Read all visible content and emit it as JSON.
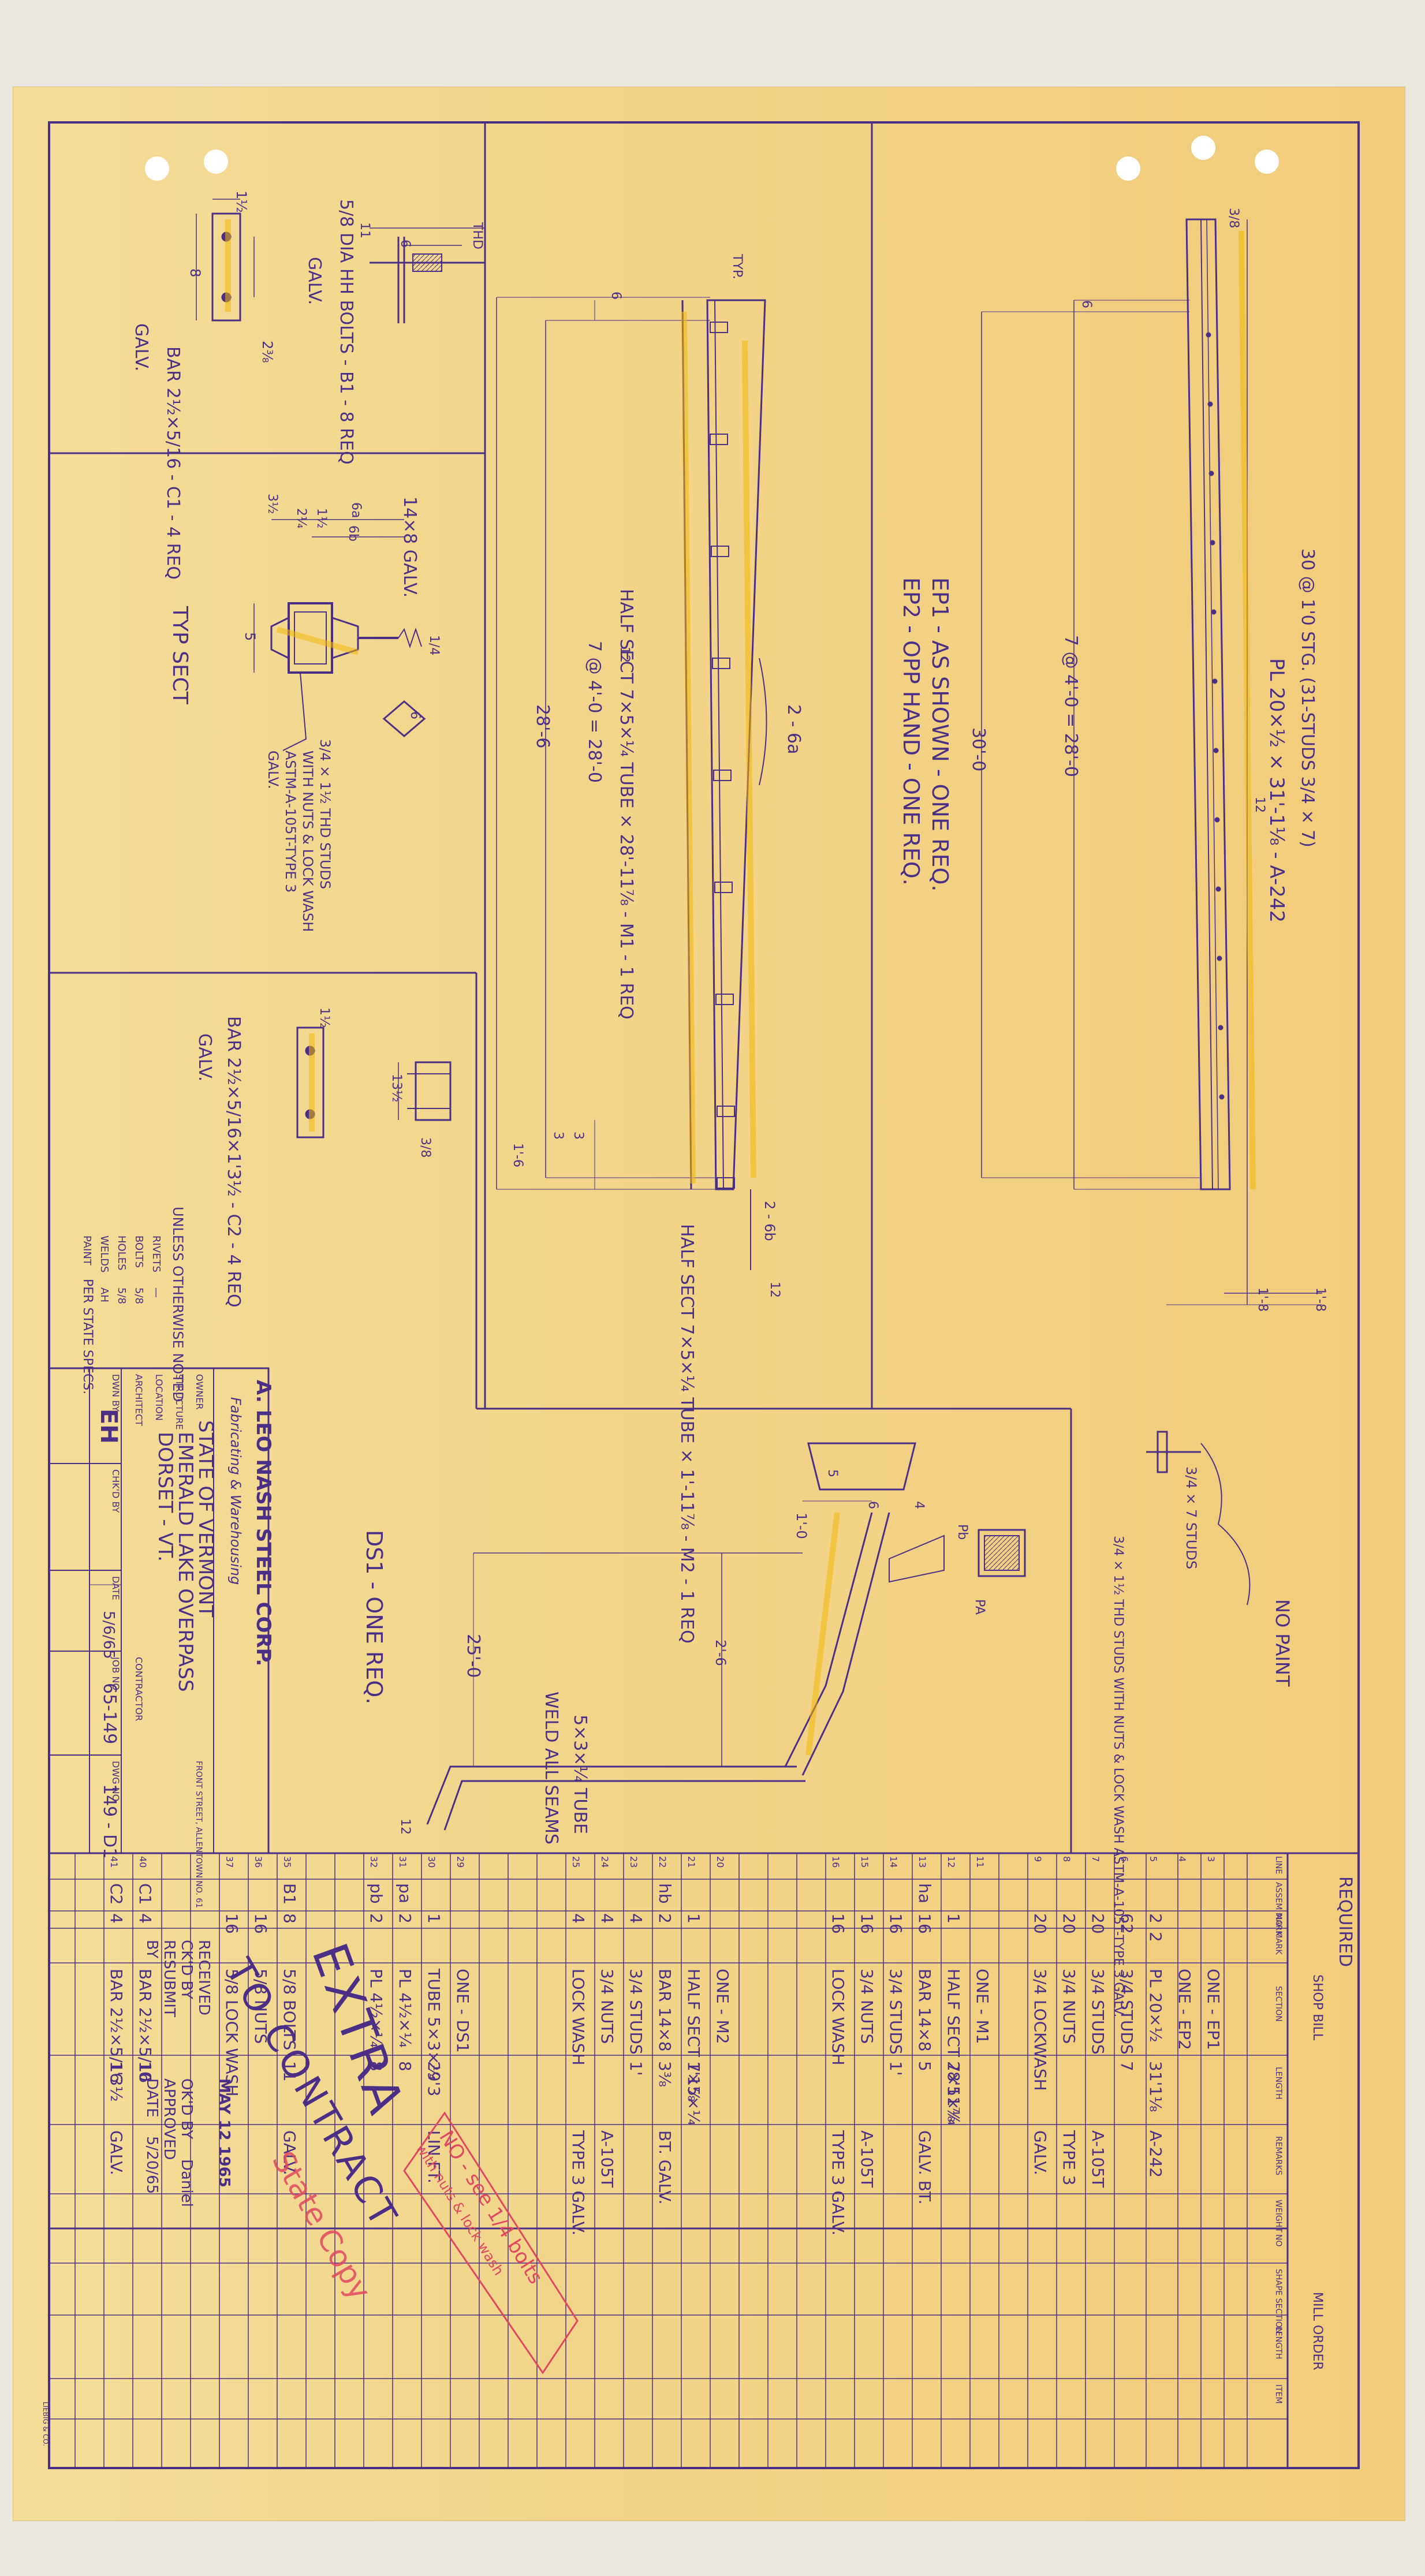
{
  "colors": {
    "ink": "#4b2f86",
    "paper": "#f3d78f",
    "red": "#e0485f",
    "highlight": "#f0b80a"
  },
  "top_left": {
    "bar_callout": "BAR 2½×5/16 - C1 - 4 REQ",
    "galv": "GALV.",
    "bolt_callout": "5/8 DIA HH BOLTS - B1 - 8 REQ",
    "bolt_galv": "GALV.",
    "dim_a": "1½",
    "dim_b": "8",
    "dim_c": "2⅜",
    "dim_thd": "THD",
    "dim_11": "11",
    "dim_6": "6"
  },
  "typ_sect": {
    "title": "TYP SECT",
    "plate": "14×8 GALV.",
    "dims": [
      "3½",
      "2¼",
      "1½",
      "6a",
      "6b"
    ],
    "height_dim": "5",
    "weld": "1/4",
    "angle": "6",
    "note_l1": "3/4 × 1½ THD STUDS",
    "note_l2": "WITH NUTS & LOCK WASH",
    "note_l3": "ASTM-A-105T-TYPE 3",
    "note_l4": "GALV."
  },
  "bottom_left": {
    "bar_callout": "BAR 2½×5/16×1'3½ - C2 - 4 REQ",
    "galv": "GALV.",
    "dim_a": "1½",
    "dim_b": "13½",
    "dim_c": "3/8"
  },
  "notes": {
    "heading": "UNLESS OTHERWISE NOTED",
    "rivets_label": "RIVETS",
    "rivets_val": "—",
    "bolts_label": "BOLTS",
    "bolts_val": "5/8",
    "holes_label": "HOLES",
    "holes_val": "5/8",
    "welds_label": "WELDS",
    "welds_val": "AH",
    "paint_label": "PAINT",
    "paint_val": "PER STATE SPECS."
  },
  "m1": {
    "callout": "HALF SECT 7×5×¼ TUBE × 28'-11⅞ - M1 - 1 REQ",
    "spaces": "7 @ 4'-0 = 28'-0",
    "overall": "28'-6",
    "typ": "TYP.",
    "brace": "2 - 6a",
    "end_dims": [
      "6",
      "3",
      "3",
      "1'-6",
      "12"
    ]
  },
  "m2": {
    "callout": "HALF SECT 7×5×¼ TUBE × 1'-11⅞ - M2 - 1 REQ",
    "ref": "2 - 6b",
    "end": "12"
  },
  "ep": {
    "title1": "EP1 - AS SHOWN - ONE REQ.",
    "title2": "EP2 - OPP HAND - ONE REQ.",
    "callout": "PL 20×½ × 31'-1⅛ - A-242",
    "holes": "30 @ 1'0 STG. (31-STUDS 3/4 × 7)",
    "spaces": "7 @ 4'-0 = 28'-0",
    "overall": "30'-0",
    "dims": [
      "6",
      "1'-8",
      "1'-8",
      "12",
      "3/8"
    ]
  },
  "stud_detail": {
    "stud": "3/4 × 7 STUDS",
    "nopaint": "NO PAINT",
    "note": "3/4 × 1½ THD STUDS WITH NUTS & LOCK WASH ASTM-A-105T-TYPE 3 GALV."
  },
  "ds1": {
    "title": "DS1 - ONE REQ.",
    "length": "25'-0",
    "off": "1'-0",
    "d6": "6",
    "d4": "4",
    "d5": "5",
    "d12": "12",
    "tube": "5×3×¼ TUBE",
    "weld": "WELD ALL SEAMS",
    "pa": "PA",
    "pb": "Pb",
    "height": "2'-6"
  },
  "title_block": {
    "company": "A. LEO NASH STEEL CORP.",
    "tagline": "Fabricating & Warehousing",
    "address": "FRONT STREET, ALLENTOWN  NO. 61",
    "owner_label": "OWNER",
    "owner": "STATE OF VERMONT",
    "structure_label": "STRUCTURE",
    "structure": "EMERALD LAKE OVERPASS",
    "location_label": "LOCATION",
    "location": "DORSET - VT.",
    "architect_label": "ARCHITECT",
    "contractor_label": "CONTRACTOR",
    "dwn_label": "DWN BY",
    "dwn": "EH",
    "chkd_label": "CHK'D BY",
    "date_label": "DATE",
    "date": "5/6/65",
    "job_label": "JOB NO",
    "job": "65-149",
    "dwg_label": "DWG NO",
    "dwg": "149 - D1"
  },
  "bill": {
    "required": "REQUIRED",
    "shop_bill": "SHOP BILL",
    "mill_order": "MILL ORDER",
    "columns": [
      "LINE",
      "ASSEM MARK",
      "NO",
      "MARK",
      "SECTION",
      "LENGTH",
      "REMARKS",
      "WEIGHT",
      "NO",
      "SHAPE SECTION",
      "LENGTH",
      "ITEM"
    ],
    "rows": [
      {
        "line": "3",
        "mark": "",
        "no": "",
        "part": "",
        "section": "ONE - EP1",
        "length": "",
        "remarks": ""
      },
      {
        "line": "4",
        "mark": "",
        "no": "",
        "part": "",
        "section": "ONE - EP2",
        "length": "",
        "remarks": ""
      },
      {
        "line": "5",
        "mark": "",
        "no": "2",
        "part": "2",
        "section": "PL 20×½",
        "length": "31'1⅛",
        "remarks": "A-242"
      },
      {
        "line": "6",
        "mark": "",
        "no": "62",
        "part": "",
        "section": "3/4 STUDS",
        "length": "7",
        "remarks": ""
      },
      {
        "line": "7",
        "mark": "",
        "no": "20",
        "part": "",
        "section": "3/4 STUDS",
        "length": "",
        "remarks": "A-105T"
      },
      {
        "line": "8",
        "mark": "",
        "no": "20",
        "part": "",
        "section": "3/4 NUTS",
        "length": "",
        "remarks": "TYPE 3"
      },
      {
        "line": "9",
        "mark": "",
        "no": "20",
        "part": "",
        "section": "3/4 LOCKWASH",
        "length": "",
        "remarks": "GALV."
      },
      {
        "line": "11",
        "mark": "",
        "no": "",
        "part": "",
        "section": "ONE - M1",
        "length": "",
        "remarks": ""
      },
      {
        "line": "12",
        "mark": "",
        "no": "1",
        "part": "",
        "section": "HALF SECT 7×5×¼",
        "length": "28'11⅞",
        "remarks": ""
      },
      {
        "line": "13",
        "mark": "ha",
        "no": "16",
        "part": "",
        "section": "BAR 14×8",
        "length": "5",
        "remarks": "GALV. BT."
      },
      {
        "line": "14",
        "mark": "",
        "no": "16",
        "part": "",
        "section": "3/4 STUDS",
        "length": "1'",
        "remarks": ""
      },
      {
        "line": "15",
        "mark": "",
        "no": "16",
        "part": "",
        "section": "3/4 NUTS",
        "length": "",
        "remarks": "A-105T"
      },
      {
        "line": "16",
        "mark": "",
        "no": "16",
        "part": "",
        "section": "LOCK WASH",
        "length": "",
        "remarks": "TYPE 3 GALV."
      },
      {
        "line": "20",
        "mark": "",
        "no": "",
        "part": "",
        "section": "ONE - M2",
        "length": "",
        "remarks": ""
      },
      {
        "line": "21",
        "mark": "",
        "no": "1",
        "part": "",
        "section": "HALF SECT 7×5×¼",
        "length": "1'1⅞",
        "remarks": ""
      },
      {
        "line": "22",
        "mark": "hb",
        "no": "2",
        "part": "",
        "section": "BAR 14×8",
        "length": "3⅜",
        "remarks": "BT. GALV."
      },
      {
        "line": "23",
        "mark": "",
        "no": "4",
        "part": "",
        "section": "3/4 STUDS",
        "length": "1'",
        "remarks": ""
      },
      {
        "line": "24",
        "mark": "",
        "no": "4",
        "part": "",
        "section": "3/4 NUTS",
        "length": "",
        "remarks": "A-105T"
      },
      {
        "line": "25",
        "mark": "",
        "no": "4",
        "part": "",
        "section": "LOCK WASH",
        "length": "",
        "remarks": "TYPE 3 GALV."
      },
      {
        "line": "29",
        "mark": "",
        "no": "",
        "part": "",
        "section": "ONE - DS1",
        "length": "",
        "remarks": ""
      },
      {
        "line": "30",
        "mark": "",
        "no": "1",
        "part": "",
        "section": "TUBE 5×3×¼",
        "length": "29'3",
        "remarks": "LIN FT."
      },
      {
        "line": "31",
        "mark": "pa",
        "no": "2",
        "part": "",
        "section": "PL 4½×¼",
        "length": "8",
        "remarks": ""
      },
      {
        "line": "32",
        "mark": "pb",
        "no": "2",
        "part": "",
        "section": "PL 4½×¼",
        "length": "8",
        "remarks": ""
      },
      {
        "line": "35",
        "mark": "B1",
        "no": "8",
        "part": "",
        "section": "5/8 BOLTS",
        "length": "11",
        "remarks": "GALV."
      },
      {
        "line": "36",
        "mark": "",
        "no": "16",
        "part": "",
        "section": "5/8 NUTS",
        "length": "",
        "remarks": ""
      },
      {
        "line": "37",
        "mark": "",
        "no": "16",
        "part": "",
        "section": "5/8 LOCK WASH",
        "length": "",
        "remarks": ""
      },
      {
        "line": "40",
        "mark": "C1",
        "no": "4",
        "part": "",
        "section": "BAR 2½×5/16",
        "length": "10",
        "remarks": ""
      },
      {
        "line": "41",
        "mark": "C2",
        "no": "4",
        "part": "",
        "section": "BAR 2½×5/16",
        "length": "1'3½",
        "remarks": "GALV."
      }
    ],
    "received_label": "RECEIVED",
    "received": "MAY 12 1965",
    "ckd_label": "CK'D BY",
    "resubmit_label": "RESUBMIT",
    "by_label": "BY",
    "okd_label": "OK'D BY",
    "approved_label": "APPROVED",
    "date_label": "DATE",
    "okd": "Daniel",
    "date": "5/20/65"
  },
  "stamps": {
    "extra": "EXTRA",
    "contract": "TO CONTRACT",
    "red_copy": "State Copy",
    "box_line1": "NO - see 1/4 bolts",
    "box_line2": "with nuts & lock wash"
  },
  "printer": "LIEBIG & CO."
}
